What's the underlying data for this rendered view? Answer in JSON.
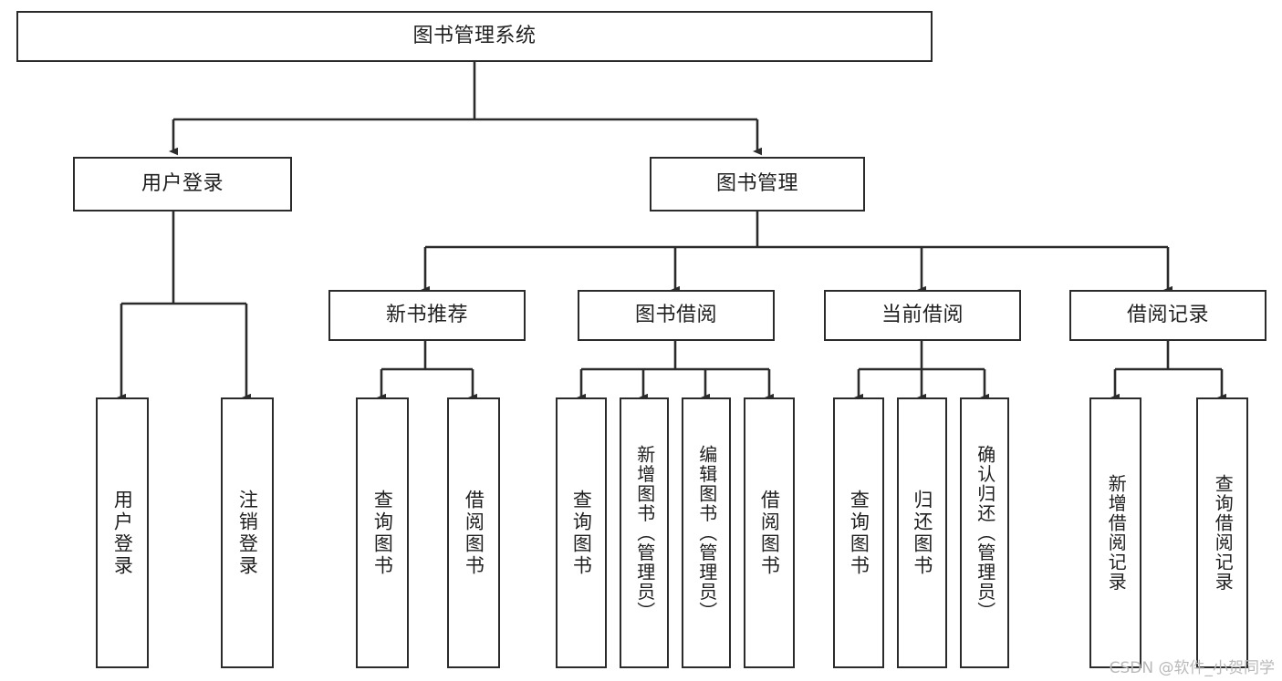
{
  "diagram": {
    "title": "图书管理系统",
    "type": "tree-hierarchy-chart",
    "root": {
      "label": "图书管理系统"
    },
    "level2": [
      {
        "label": "用户登录"
      },
      {
        "label": "图书管理"
      }
    ],
    "level3": [
      {
        "label": "新书推荐"
      },
      {
        "label": "图书借阅"
      },
      {
        "label": "当前借阅"
      },
      {
        "label": "借阅记录"
      }
    ],
    "leaves": {
      "user_login": [
        {
          "label": "用户登录"
        },
        {
          "label": "注销登录"
        }
      ],
      "new_book_recommend": [
        {
          "label": "查询图书"
        },
        {
          "label": "借阅图书"
        }
      ],
      "book_borrow": [
        {
          "label": "查询图书"
        },
        {
          "label": "新增图书（管理员）"
        },
        {
          "label": "编辑图书（管理员）"
        },
        {
          "label": "借阅图书"
        }
      ],
      "current_borrow": [
        {
          "label": "查询图书"
        },
        {
          "label": "归还图书"
        },
        {
          "label": "确认归还（管理员）"
        }
      ],
      "borrow_record": [
        {
          "label": "新增借阅记录"
        },
        {
          "label": "查询借阅记录"
        }
      ]
    }
  },
  "watermark": {
    "text": "CSDN @软件_小贺同学"
  },
  "colors": {
    "stroke": "#2b2b2b",
    "background": "#ffffff",
    "text": "#1f1f1f",
    "watermark": "#b9b9b9"
  }
}
